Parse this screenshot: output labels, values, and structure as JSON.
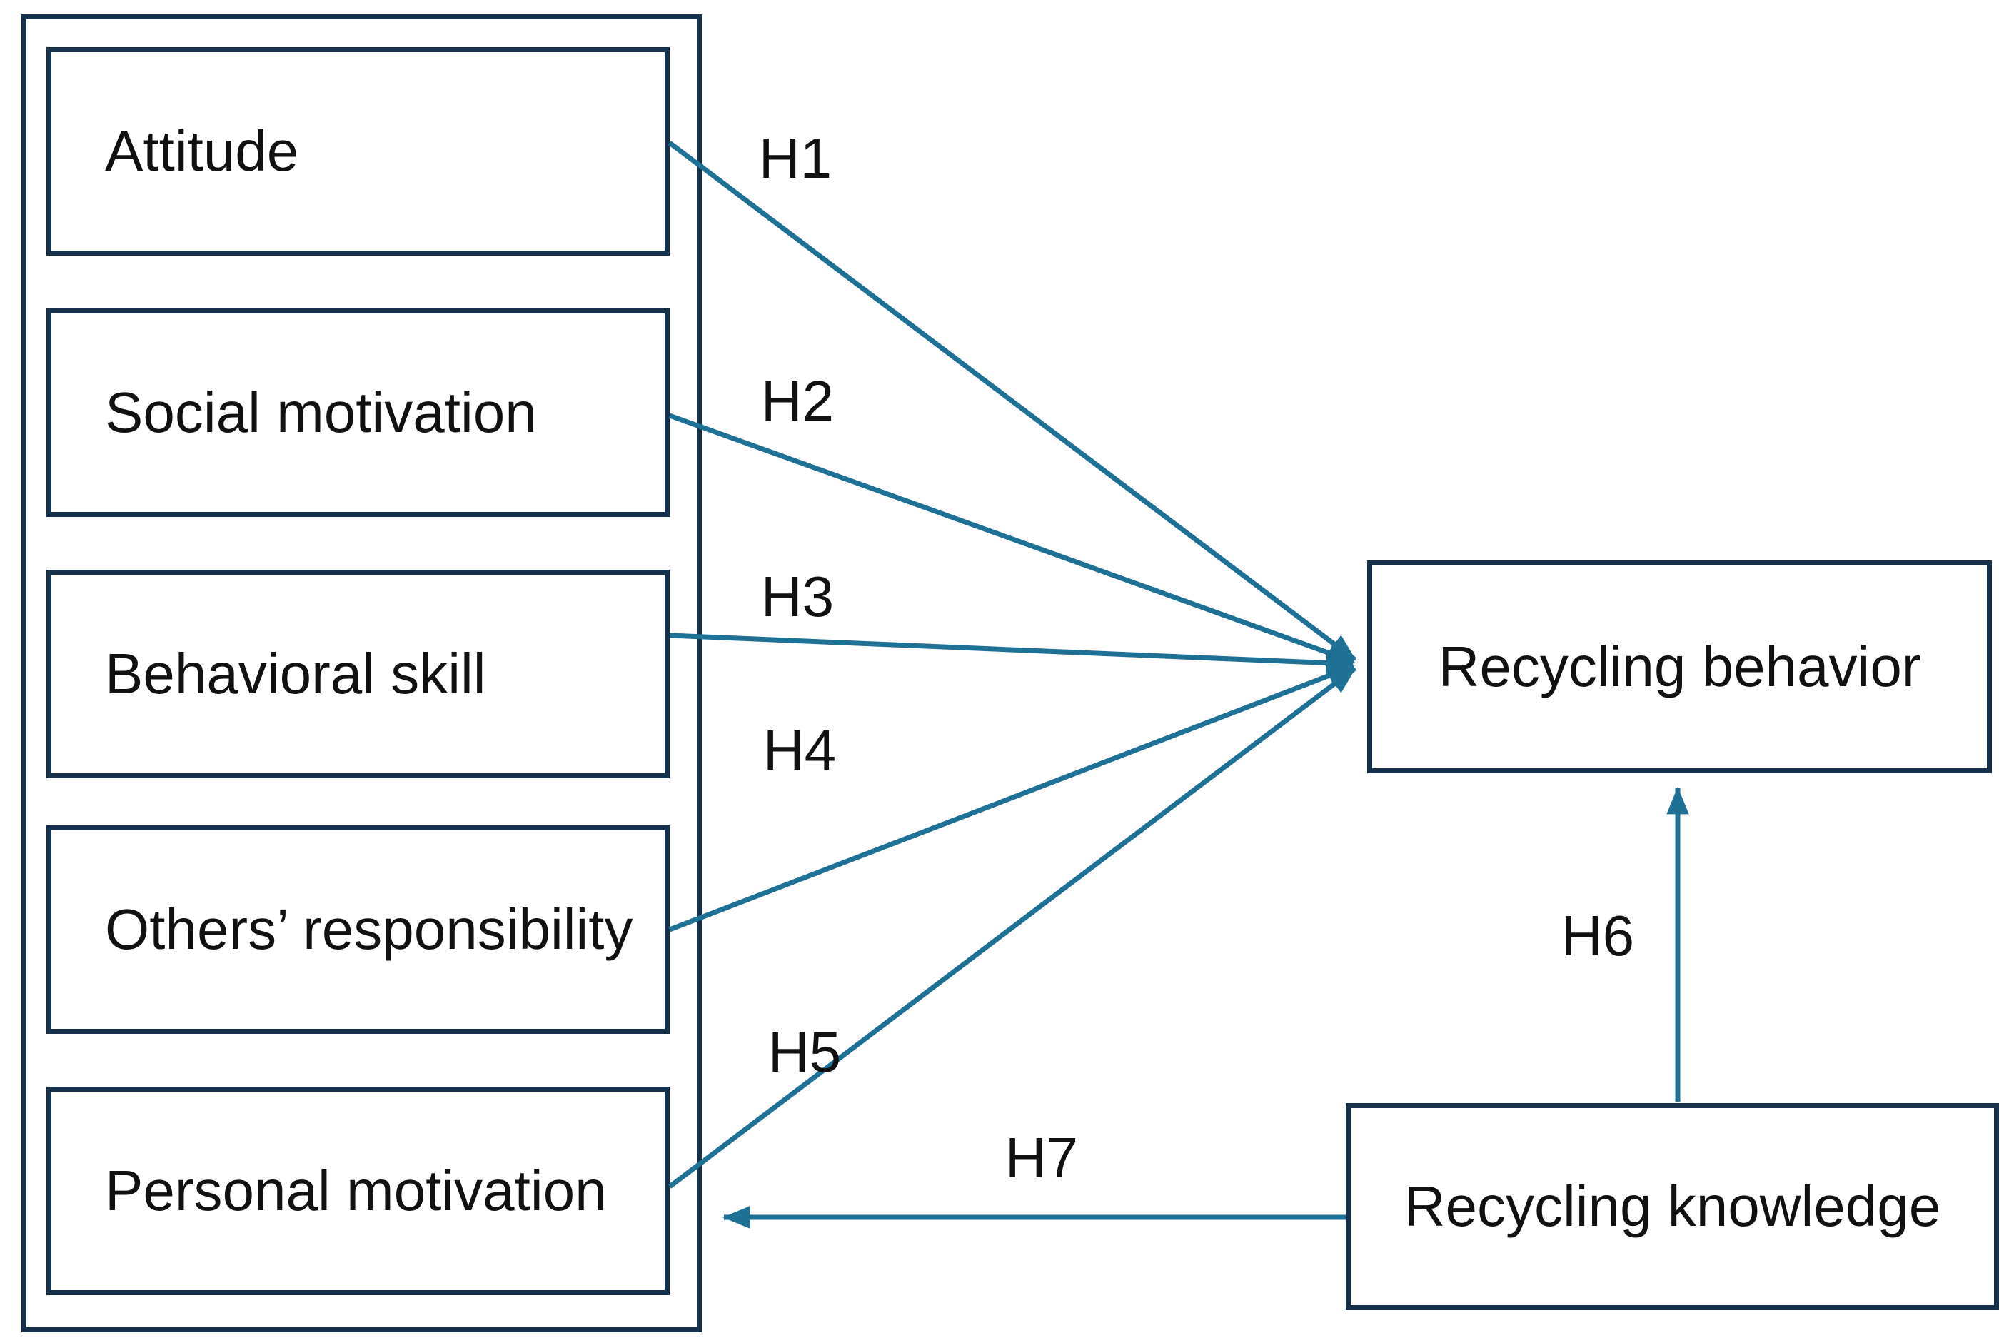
{
  "diagram": {
    "predictors": [
      {
        "label": "Attitude"
      },
      {
        "label": "Social motivation"
      },
      {
        "label": "Behavioral skill"
      },
      {
        "label": "Others’ responsibility"
      },
      {
        "label": "Personal motivation"
      }
    ],
    "outcome": {
      "label": "Recycling behavior"
    },
    "knowledge": {
      "label": "Recycling knowledge"
    },
    "hypotheses": [
      {
        "id": "H1",
        "from": "Attitude",
        "to": "Recycling behavior"
      },
      {
        "id": "H2",
        "from": "Social motivation",
        "to": "Recycling behavior"
      },
      {
        "id": "H3",
        "from": "Behavioral skill",
        "to": "Recycling behavior"
      },
      {
        "id": "H4",
        "from": "Others’ responsibility",
        "to": "Recycling behavior"
      },
      {
        "id": "H5",
        "from": "Personal motivation",
        "to": "Recycling behavior"
      },
      {
        "id": "H6",
        "from": "Recycling knowledge",
        "to": "Recycling behavior"
      },
      {
        "id": "H7",
        "from": "Recycling knowledge",
        "to": "Predictor group"
      }
    ],
    "colors": {
      "box_border": "#14304a",
      "arrow": "#1e7095",
      "text": "#111111",
      "background": "#ffffff"
    }
  }
}
